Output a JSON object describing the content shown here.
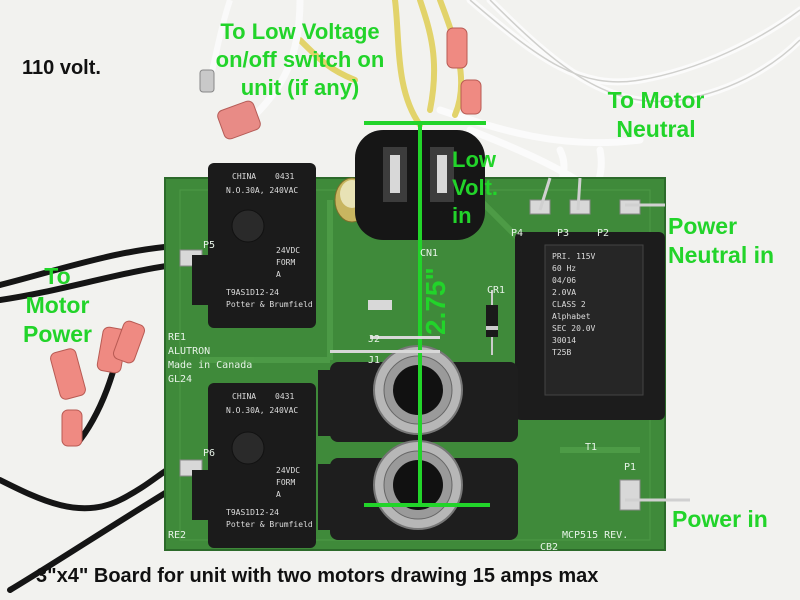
{
  "labels": {
    "voltage": "110 volt.",
    "low_voltage_switch": [
      "To Low Voltage",
      "on/off switch on",
      "unit (if any)"
    ],
    "motor_neutral": [
      "To Motor",
      "Neutral"
    ],
    "low_volt_in": [
      "Low",
      "Volt.",
      "in"
    ],
    "power_neutral_in": [
      "Power",
      "Neutral in"
    ],
    "motor_power": [
      "To",
      "Motor",
      "Power"
    ],
    "dimension": "2.75\"",
    "power_in": "Power in",
    "caption": "3\"x4\" Board for unit with two motors drawing 15 amps max"
  },
  "board_silkscreen": {
    "maker": "ALUTRON",
    "made_in": "Made in Canada",
    "code": "GL24",
    "model": "MCP515 REV.",
    "refs": [
      "P1",
      "P2",
      "P3",
      "P4",
      "P5",
      "P6",
      "RE1",
      "RE2",
      "CN1",
      "CR1",
      "J1",
      "J2",
      "T1",
      "CB2"
    ]
  },
  "relay_text": {
    "country": "CHINA",
    "rating": "N.O.30A, 240VAC",
    "coil": "24VDC",
    "form": "FORM",
    "form_letter": "A",
    "part": "T9AS1D12-24",
    "brand": "Potter & Brumfield",
    "code": "0431"
  },
  "transformer_text": {
    "pri": "PRI. 115V",
    "hz": "60 Hz",
    "date": "04/06",
    "va": "2.0VA",
    "class": "CLASS 2",
    "brand": "Alphabet",
    "sec": "SEC 20.0V",
    "model": "30014",
    "t": "T25B"
  },
  "colors": {
    "label_green": "#22d42a",
    "label_black": "#111111",
    "pcb_green": "#3f8a3a",
    "relay_black": "#1b1b1b",
    "background": "#f2f2ef"
  }
}
